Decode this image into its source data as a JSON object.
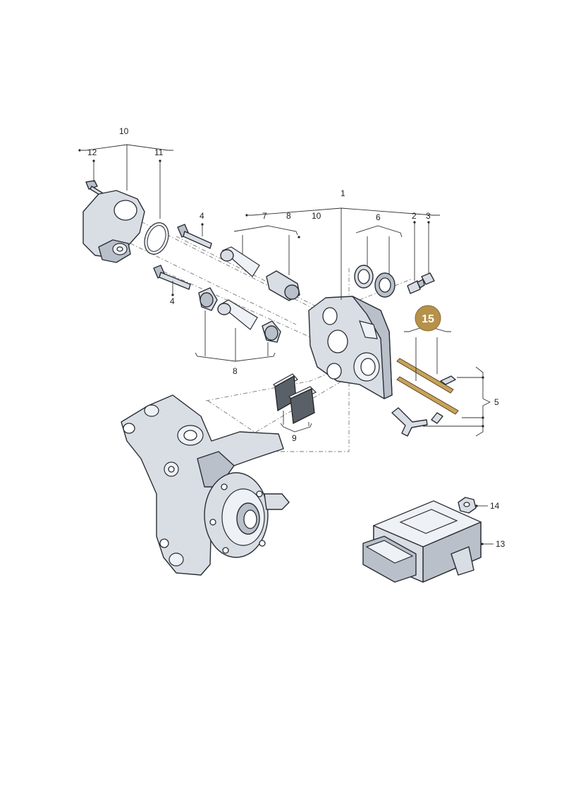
{
  "labels": {
    "l1": "1",
    "l2": "2",
    "l3": "3",
    "l4a": "4",
    "l4b": "4",
    "l5": "5",
    "l6": "6",
    "l7": "7",
    "l8a": "8",
    "l8b": "8",
    "l9": "9",
    "l10a": "10",
    "l10b": "10",
    "l11": "11",
    "l12": "12",
    "l13": "13",
    "l14": "14"
  },
  "badge": {
    "text": "15",
    "color": "#b5914a"
  },
  "colors": {
    "part_fill": "#d9dee5",
    "outline": "#2a2d33",
    "highlight": "#c8a25a"
  }
}
